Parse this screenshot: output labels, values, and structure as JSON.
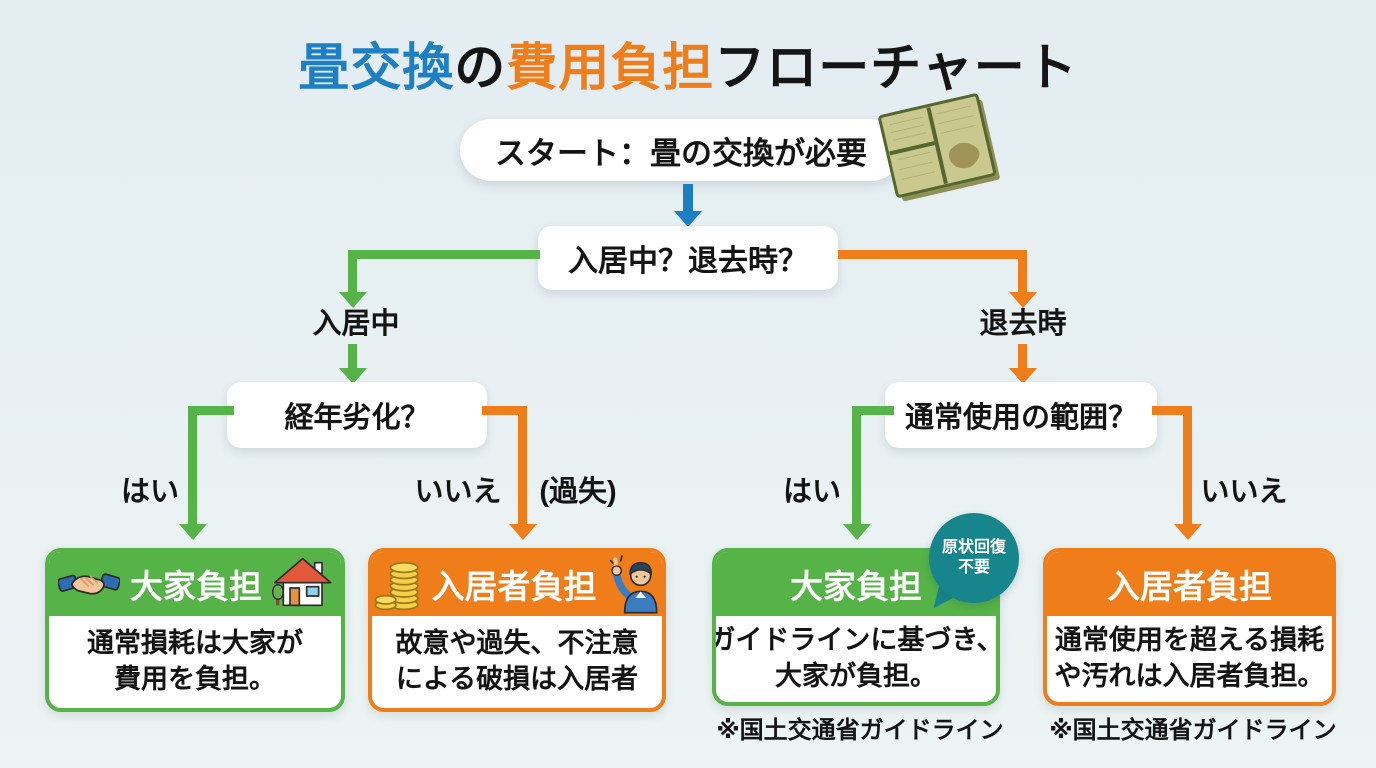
{
  "title": {
    "tatami_exchange": "畳交換",
    "particle": "の",
    "cost_burden": "費用負担",
    "flowchart": "フローチャート"
  },
  "start": {
    "label": "スタート：畳の交換が必要"
  },
  "decisions": {
    "timing": {
      "label": "入居中？退去時？"
    },
    "aging": {
      "label": "経年劣化？"
    },
    "normal_use": {
      "label": "通常使用の範囲？"
    }
  },
  "branches": {
    "during_tenancy": "入居中",
    "move_out": "退去時",
    "aging_yes": "はい",
    "aging_no": "いいえ",
    "aging_no_note": "(過失)",
    "normal_yes": "はい",
    "normal_no": "いいえ"
  },
  "outcomes": [
    {
      "title": "大家負担",
      "line1": "通常損耗は大家が",
      "line2": "費用を負担。"
    },
    {
      "title": "入居者負担",
      "line1": "故意や過失、不注意",
      "line2": "による破損は入居者"
    },
    {
      "title": "大家負担",
      "line1": "ガイドラインに基づき、",
      "line2": "大家が負担。",
      "badge_line1": "原状回復",
      "badge_line2": "不要",
      "footnote": "※国土交通省ガイドライン"
    },
    {
      "title": "入居者負担",
      "line1": "通常使用を超える損耗",
      "line2": "や汚れは入居者負担。",
      "footnote": "※国土交通省ガイドライン"
    }
  ],
  "colors": {
    "green": "#56b348",
    "orange": "#ee7d1a",
    "blue": "#1c7fc3",
    "teal_badge": "#17858c",
    "title_blue": "#1d7fc4",
    "title_orange": "#ee7d1a",
    "background": "#e8f1f3"
  },
  "icons": {
    "start_node": "tatami-mat-icon",
    "outcome1_left": "handshake-icon",
    "outcome1_right": "house-icon",
    "outcome2_left": "coin-stack-icon",
    "outcome2_right": "pointing-person-icon"
  }
}
